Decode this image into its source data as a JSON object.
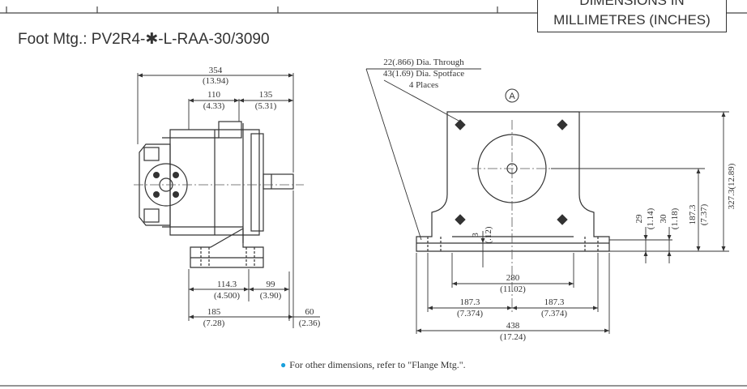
{
  "header": {
    "units_line1": "DIMENSIONS IN",
    "units_line2": "MILLIMETRES (INCHES)"
  },
  "title": "Foot Mtg.: PV2R4-✱-L-RAA-30/3090",
  "side_view": {
    "dims": {
      "overall_mm": "354",
      "overall_in": "(13.94)",
      "d110_mm": "110",
      "d110_in": "(4.33)",
      "d135_mm": "135",
      "d135_in": "(5.31)",
      "d114_mm": "114.3",
      "d114_in": "(4.500)",
      "d99_mm": "99",
      "d99_in": "(3.90)",
      "d185_mm": "185",
      "d185_in": "(7.28)",
      "d60_mm": "60",
      "d60_in": "(2.36)"
    }
  },
  "front_view": {
    "hole_note": [
      "22(.866) Dia. Through",
      "43(1.69) Dia. Spotface",
      "4 Places"
    ],
    "view_marker": "A",
    "dims": {
      "d280_mm": "280",
      "d280_in": "(11.02)",
      "d187l_mm": "187.3",
      "d187l_in": "(7.374)",
      "d187r_mm": "187.3",
      "d187r_in": "(7.374)",
      "d438_mm": "438",
      "d438_in": "(17.24)",
      "d3_mm": "3",
      "d3_in": "(.12)",
      "d29_mm": "29",
      "d29_in": "(1.14)",
      "d30_mm": "30",
      "d30_in": "(1.18)",
      "d187v_mm": "187.3",
      "d187v_in": "(7.37)",
      "d327": "327.3(12.89)"
    }
  },
  "note": "For other dimensions, refer to \"Flange Mtg.\"."
}
